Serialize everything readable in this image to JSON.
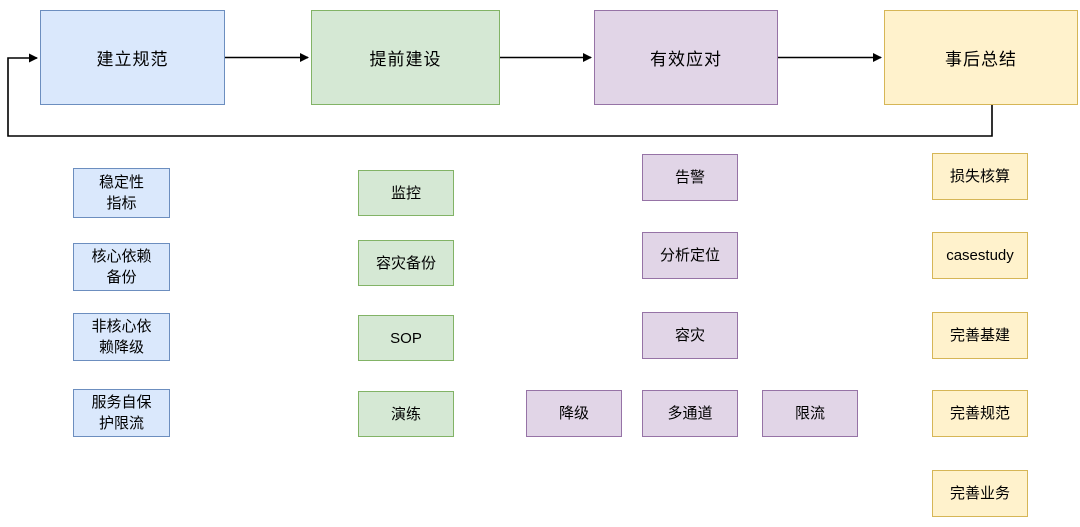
{
  "palette": {
    "blue": {
      "fill": "#dae8fc",
      "stroke": "#6c8ebf"
    },
    "green": {
      "fill": "#d5e8d4",
      "stroke": "#82b366"
    },
    "purple": {
      "fill": "#e1d5e7",
      "stroke": "#9673a6"
    },
    "yellow": {
      "fill": "#fff2cc",
      "stroke": "#d6b656"
    },
    "arrow": "#000000",
    "text": "#000000"
  },
  "flow": {
    "stages": [
      {
        "label": "建立规范",
        "theme": "blue"
      },
      {
        "label": "提前建设",
        "theme": "green"
      },
      {
        "label": "有效应对",
        "theme": "purple"
      },
      {
        "label": "事后总结",
        "theme": "yellow"
      }
    ],
    "feedback_loop": "事后总结 → 建立规范"
  },
  "groups": {
    "standards": {
      "stage": "建立规范",
      "theme": "blue",
      "items": [
        {
          "label": "稳定性\n指标"
        },
        {
          "label": "核心依赖\n备份"
        },
        {
          "label": "非核心依\n赖降级"
        },
        {
          "label": "服务自保\n护限流"
        }
      ]
    },
    "building": {
      "stage": "提前建设",
      "theme": "green",
      "items": [
        {
          "label": "监控"
        },
        {
          "label": "容灾备份"
        },
        {
          "label": "SOP"
        },
        {
          "label": "演练"
        }
      ]
    },
    "response": {
      "stage": "有效应对",
      "theme": "purple",
      "items": [
        {
          "label": "告警"
        },
        {
          "label": "分析定位"
        },
        {
          "label": "容灾"
        },
        {
          "label": "降级"
        },
        {
          "label": "多通道"
        },
        {
          "label": "限流"
        }
      ]
    },
    "review": {
      "stage": "事后总结",
      "theme": "yellow",
      "items": [
        {
          "label": "损失核算"
        },
        {
          "label": "casestudy"
        },
        {
          "label": "完善基建"
        },
        {
          "label": "完善规范"
        },
        {
          "label": "完善业务"
        }
      ]
    }
  }
}
